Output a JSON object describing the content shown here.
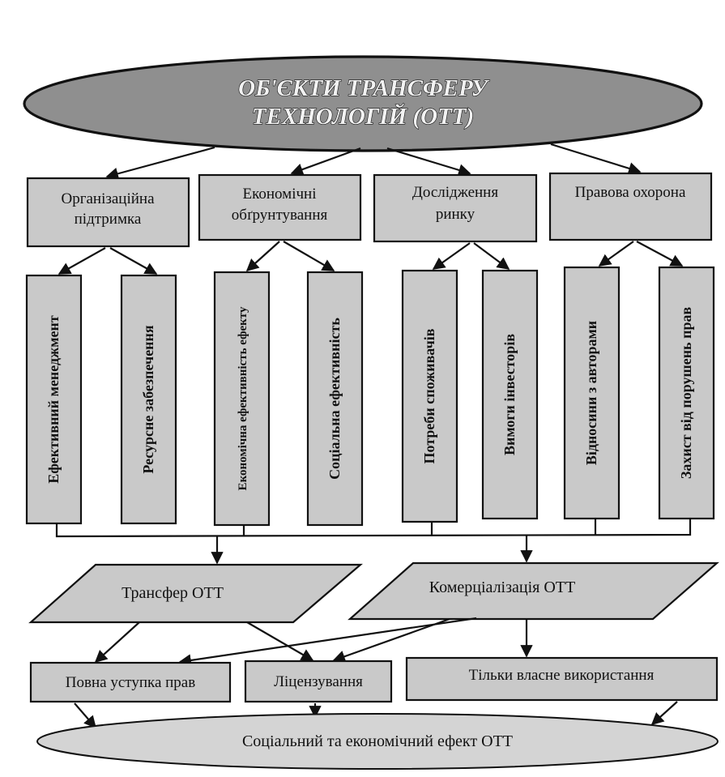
{
  "title": {
    "line1": "ОБ'ЄКТИ ТРАНСФЕРУ",
    "line2": "ТЕХНОЛОГІЙ (ОТТ)"
  },
  "categories": [
    {
      "lines": [
        "Організаційна",
        "підтримка"
      ]
    },
    {
      "lines": [
        "Економічні",
        "обґрунтування"
      ]
    },
    {
      "lines": [
        "Дослідження",
        "ринку"
      ]
    },
    {
      "lines": [
        "Правова охорона"
      ]
    }
  ],
  "subitems": [
    "Ефективний менеджмент",
    "Ресурсне забезпечення",
    "Економічна ефективність ефекту",
    "Соціальна ефективність",
    "Потреби споживачів",
    "Вимоги інвесторів",
    "Відносини з авторами",
    "Захист від порушень прав"
  ],
  "processes": {
    "transfer": "Трансфер ОТТ",
    "commercialization": "Комерціалізація ОТТ"
  },
  "outcomes": {
    "full_assignment": "Повна уступка прав",
    "licensing": "Ліцензування",
    "own_use": "Тільки власне використання"
  },
  "effect": "Соціальний та економічний ефект ОТТ"
}
